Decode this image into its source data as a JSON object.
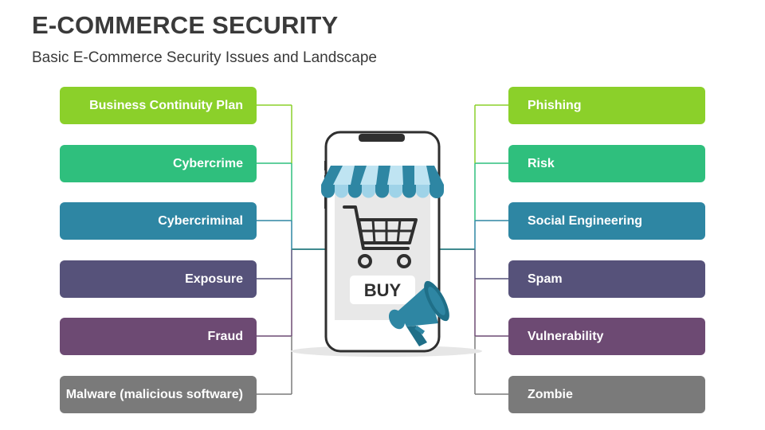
{
  "header": {
    "title": "E-COMMERCE SECURITY",
    "subtitle": "Basic E-Commerce Security Issues and Landscape"
  },
  "left_items": [
    {
      "label": "Business Continuity Plan",
      "color": "#8bd02a"
    },
    {
      "label": "Cybercrime",
      "color": "#2fbf7d"
    },
    {
      "label": "Cybercriminal",
      "color": "#2e86a3"
    },
    {
      "label": "Exposure",
      "color": "#56527a"
    },
    {
      "label": "Fraud",
      "color": "#6d4a73"
    },
    {
      "label": "Malware (malicious software)",
      "color": "#7a7a7a"
    }
  ],
  "right_items": [
    {
      "label": "Phishing",
      "color": "#8bd02a"
    },
    {
      "label": "Risk",
      "color": "#2fbf7d"
    },
    {
      "label": "Social Engineering",
      "color": "#2e86a3"
    },
    {
      "label": "Spam",
      "color": "#56527a"
    },
    {
      "label": "Vulnerability",
      "color": "#6d4a73"
    },
    {
      "label": "Zombie",
      "color": "#7a7a7a"
    }
  ],
  "phone": {
    "buy_label": "BUY",
    "icons": [
      "smartphone-icon",
      "store-awning-icon",
      "shopping-cart-icon",
      "megaphone-icon"
    ],
    "awning_colors": [
      "#2e86a3",
      "#bfe4f2"
    ]
  }
}
